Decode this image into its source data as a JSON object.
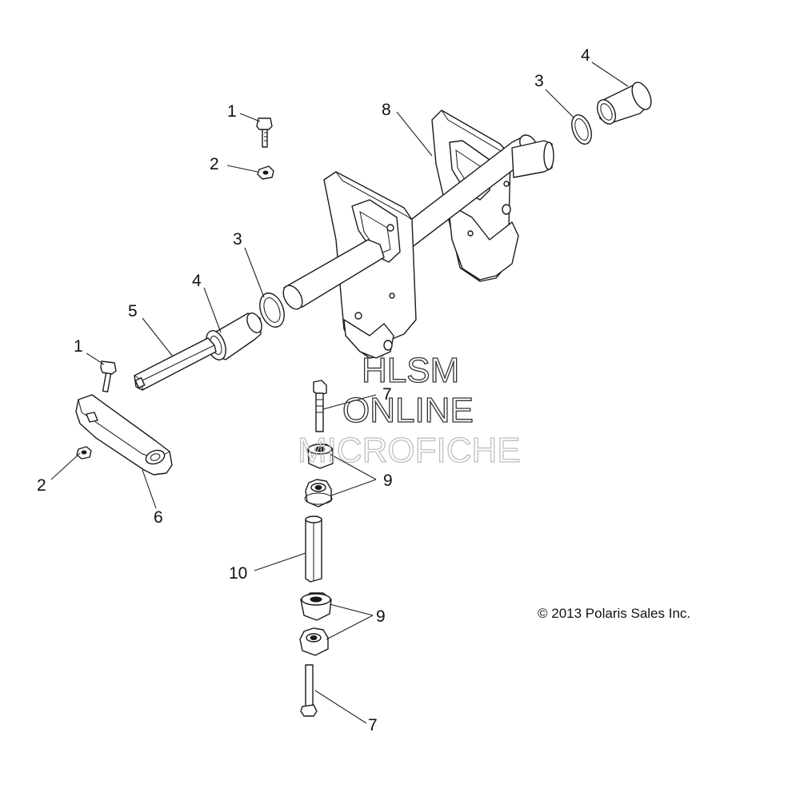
{
  "callouts": [
    {
      "label": "1"
    },
    {
      "label": "2"
    },
    {
      "label": "3"
    },
    {
      "label": "4"
    },
    {
      "label": "5"
    },
    {
      "label": "4"
    },
    {
      "label": "3"
    },
    {
      "label": "8"
    },
    {
      "label": "1"
    },
    {
      "label": "2"
    },
    {
      "label": "6"
    },
    {
      "label": "7"
    },
    {
      "label": "9"
    },
    {
      "label": "10"
    },
    {
      "label": "9"
    },
    {
      "label": "7"
    }
  ],
  "watermark": {
    "line1": "HLSM",
    "line2": "ONLINE",
    "line3": "MICROFICHE"
  },
  "copyright": "© 2013 Polaris Sales Inc."
}
